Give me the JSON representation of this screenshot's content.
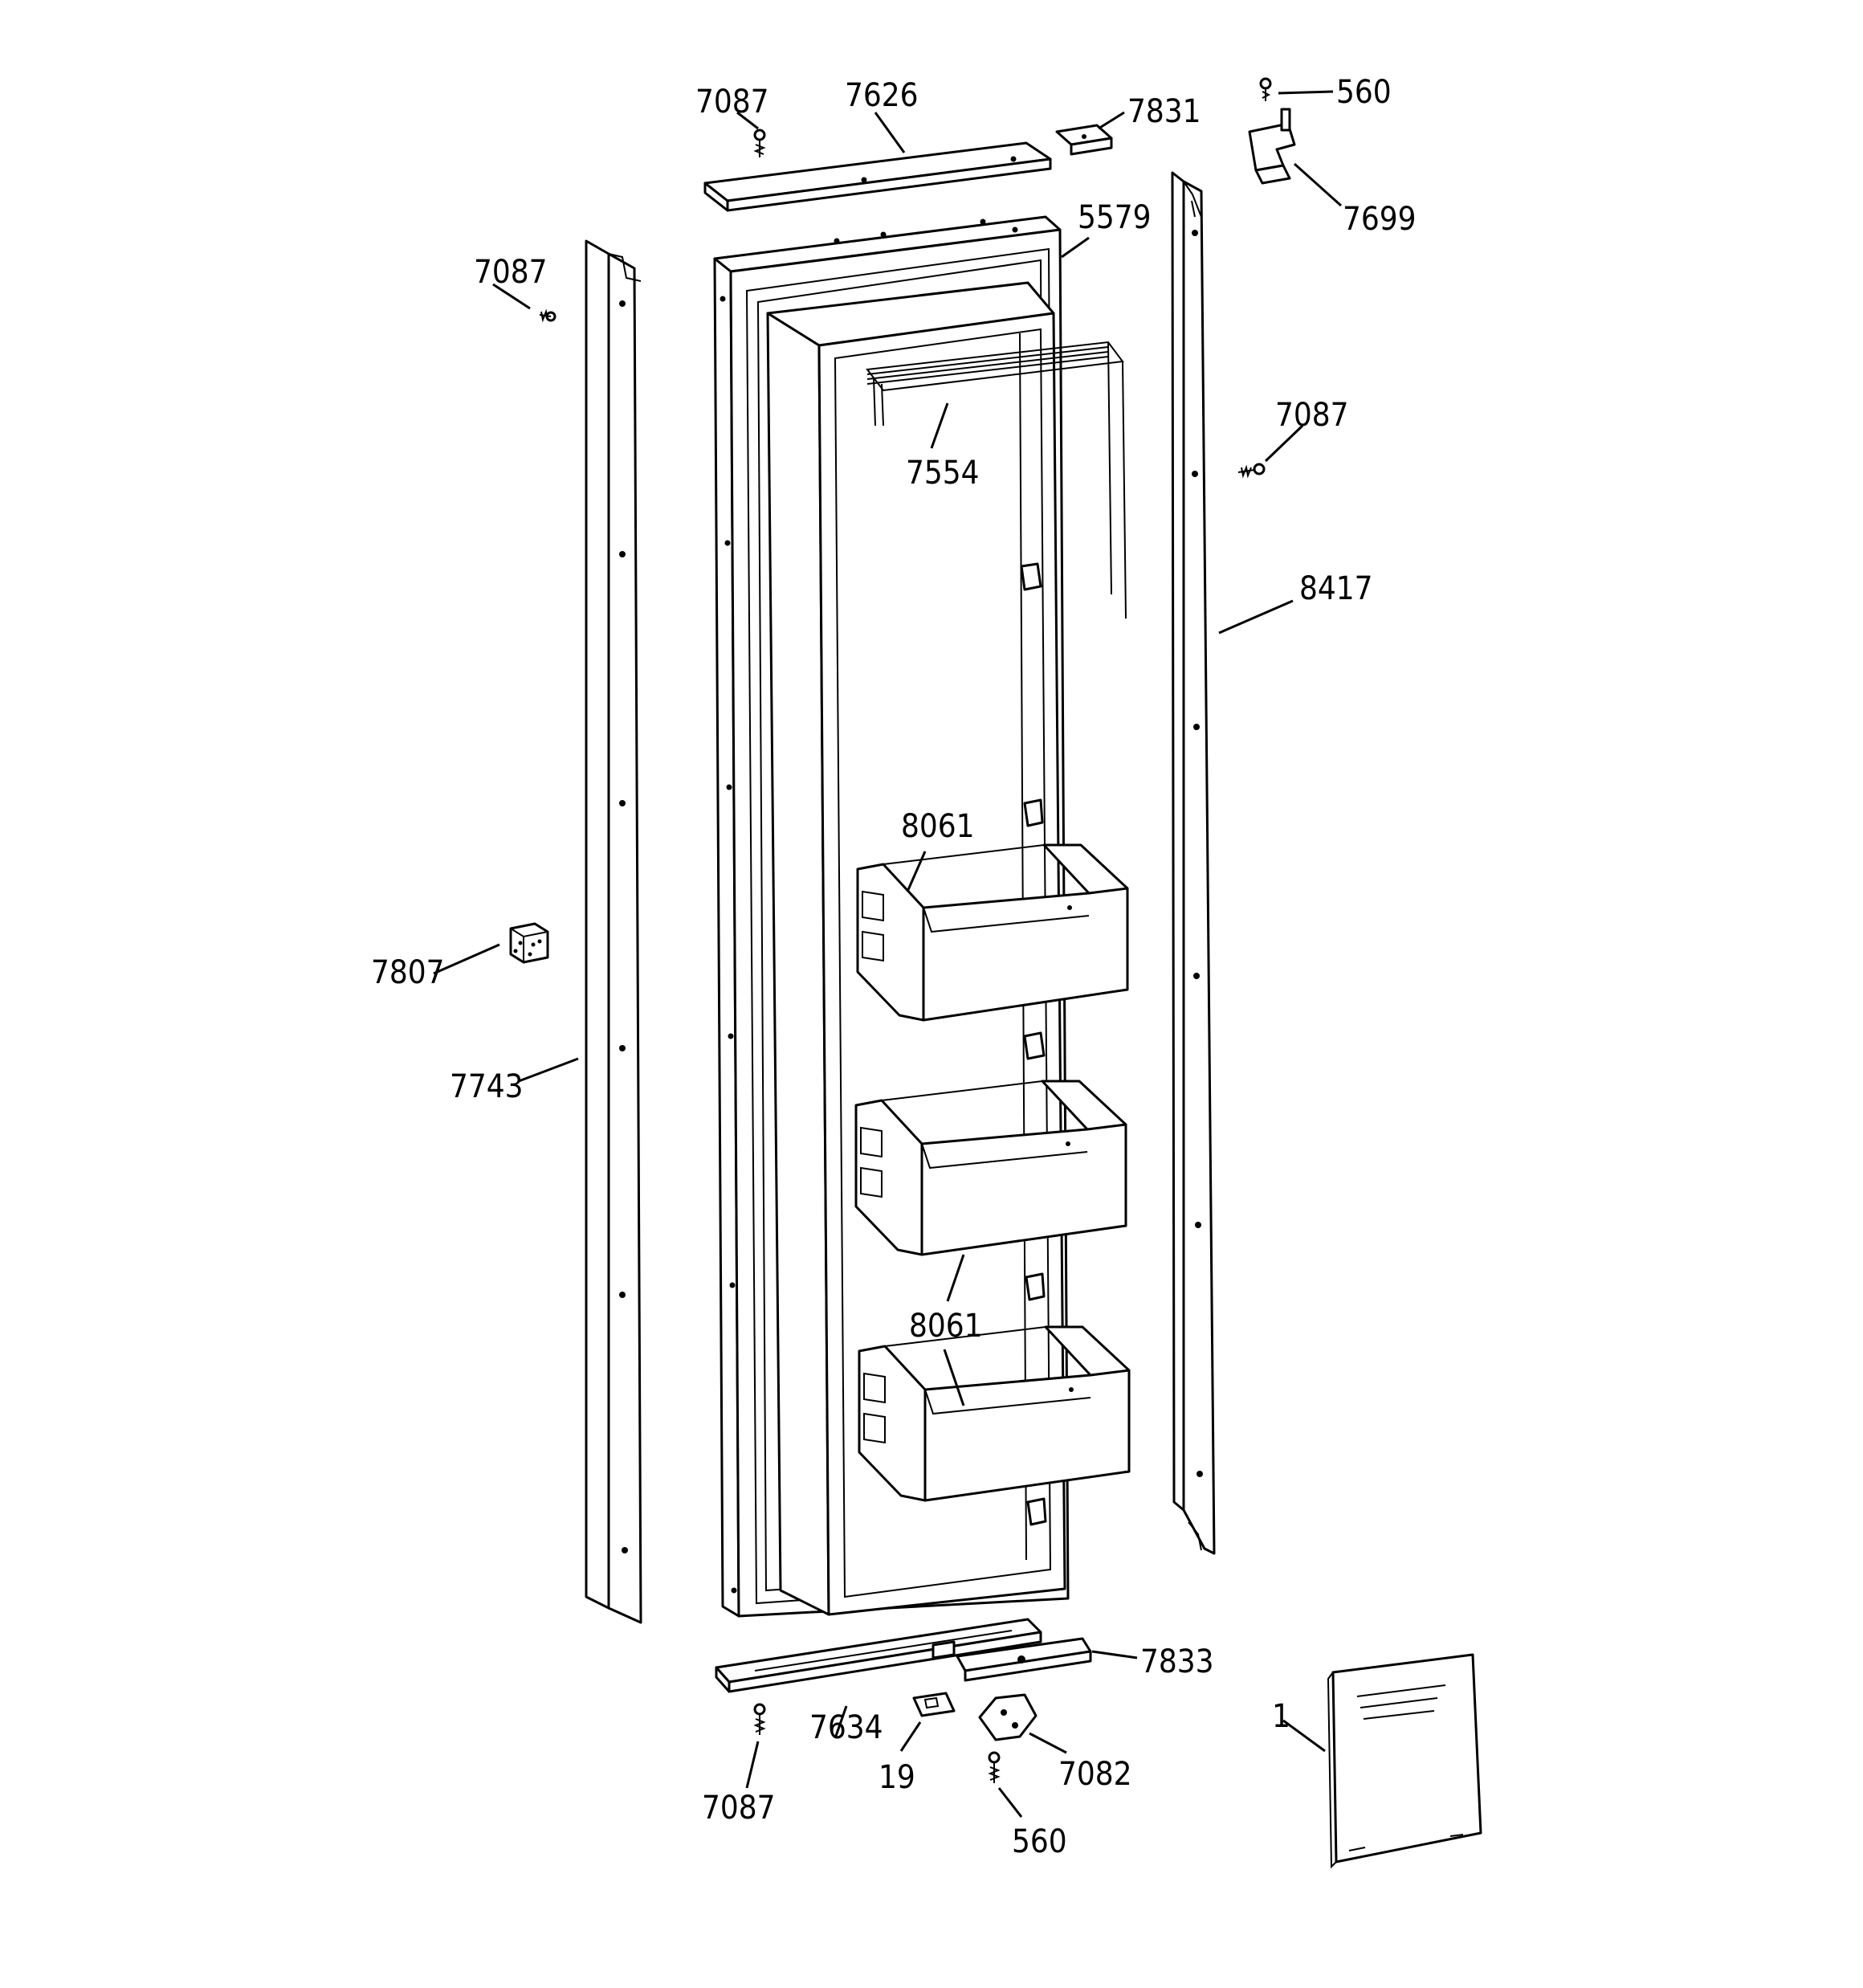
{
  "diagram": {
    "callouts": {
      "c_7087_top": "7087",
      "c_7626": "7626",
      "c_7831": "7831",
      "c_560_top": "560",
      "c_7699": "7699",
      "c_5579": "5579",
      "c_7087_left": "7087",
      "c_7087_right": "7087",
      "c_7554": "7554",
      "c_8417": "8417",
      "c_8061_top": "8061",
      "c_7807": "7807",
      "c_7743": "7743",
      "c_8061_mid": "8061",
      "c_7833": "7833",
      "c_1": "1",
      "c_7634": "7634",
      "c_19": "19",
      "c_7082": "7082",
      "c_7087_bottom": "7087",
      "c_560_bottom": "560"
    }
  }
}
